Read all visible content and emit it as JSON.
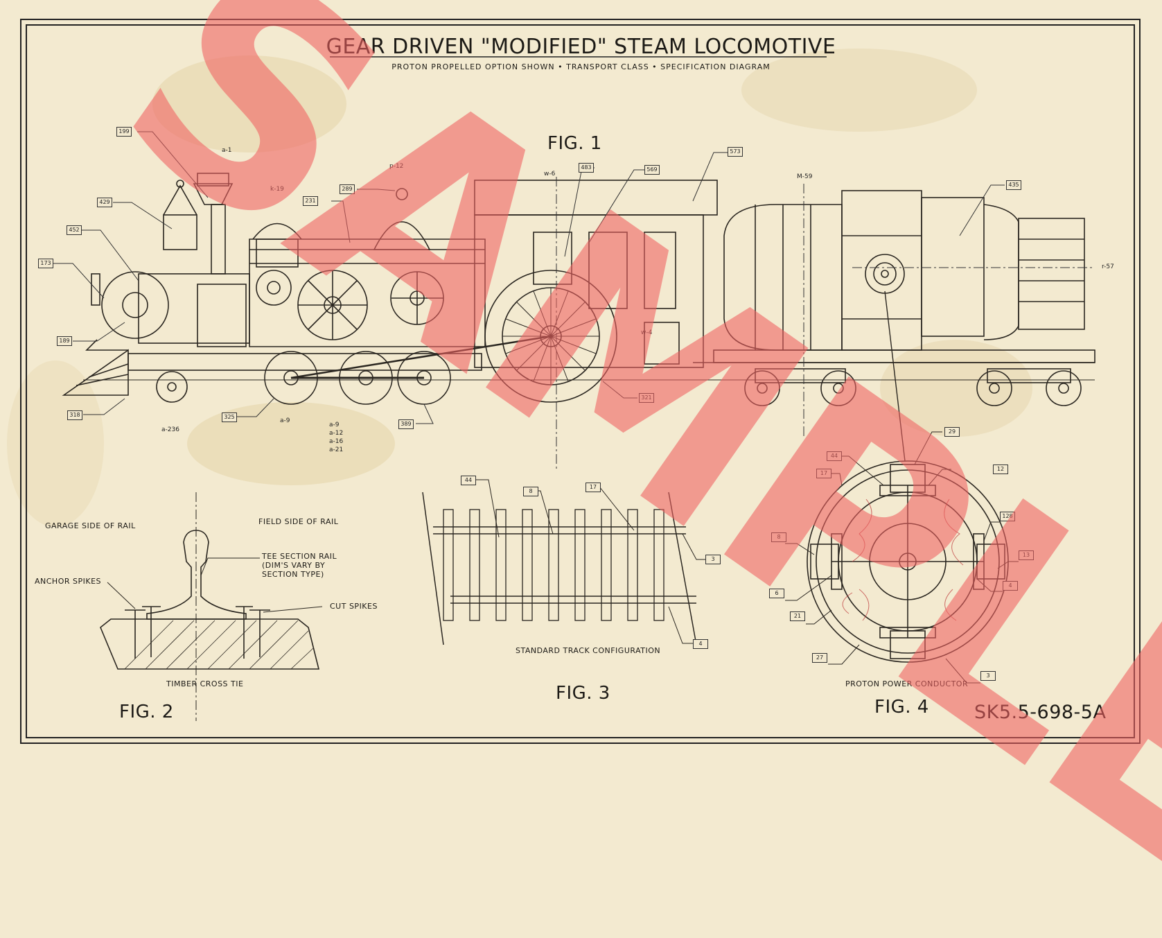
{
  "header": {
    "title": "GEAR DRIVEN \"MODIFIED\" STEAM LOCOMOTIVE",
    "subtitle": "PROTON PROPELLED OPTION SHOWN • TRANSPORT CLASS • SPECIFICATION DIAGRAM"
  },
  "figures": {
    "fig1": "FIG. 1",
    "fig2": "FIG. 2",
    "fig3": "FIG. 3",
    "fig4": "FIG. 4"
  },
  "fig1_tags": [
    "199",
    "429",
    "452",
    "173",
    "189",
    "318",
    "325",
    "389",
    "321",
    "289",
    "231",
    "483",
    "569",
    "573",
    "435"
  ],
  "fig1_refs": [
    "a-1",
    "k-19",
    "p-12",
    "w-6",
    "M-59",
    "r-57",
    "w-4",
    "a-236",
    "a-9",
    "a-9",
    "a-12",
    "a-16",
    "a-21"
  ],
  "fig2": {
    "garage_side": "GARAGE SIDE OF RAIL",
    "field_side": "FIELD SIDE OF RAIL",
    "tee_rail": "TEE SECTION RAIL",
    "tee_rail_note1": "(DIM'S VARY BY",
    "tee_rail_note2": "SECTION TYPE)",
    "anchor_spikes": "ANCHOR SPIKES",
    "cut_spikes": "CUT SPIKES",
    "timber_tie": "TIMBER CROSS TIE"
  },
  "fig3": {
    "caption": "STANDARD TRACK CONFIGURATION",
    "tags": [
      "44",
      "8",
      "17",
      "3",
      "4"
    ]
  },
  "fig4": {
    "caption": "PROTON POWER CONDUCTOR",
    "tags": [
      "29",
      "44",
      "17",
      "12",
      "128",
      "8",
      "13",
      "6",
      "4",
      "21",
      "27",
      "3"
    ]
  },
  "sheet_number": "SK5.5-698-5A",
  "watermark": "SAMPLE",
  "colors": {
    "paper": "#f3ead0",
    "ink": "#1c1a16",
    "watermark": "#f06060"
  }
}
